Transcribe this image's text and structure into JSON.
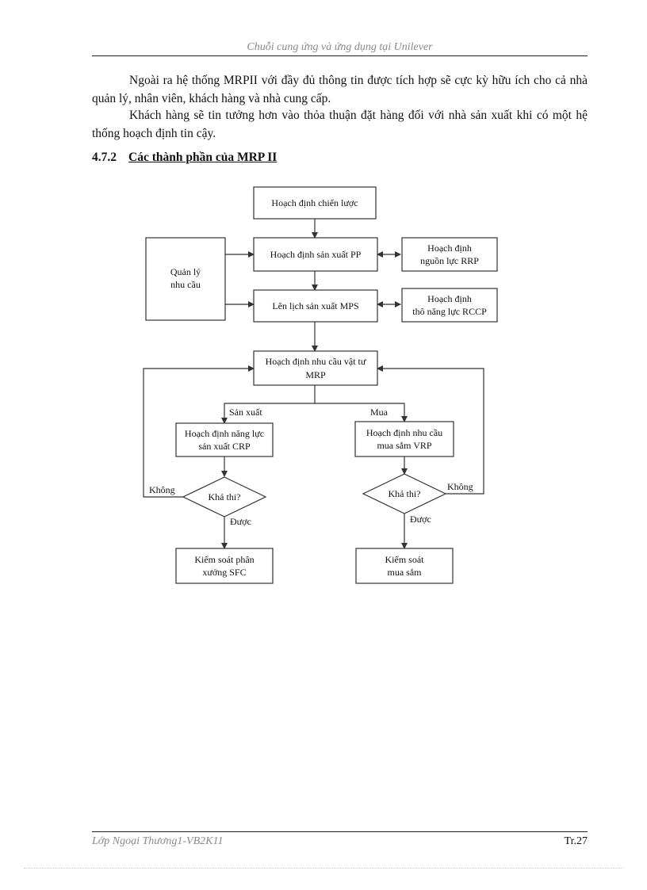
{
  "header": {
    "text": "Chuỗi cung ứng và ứng dụng tại Unilever"
  },
  "body": {
    "paragraph1": "Ngoài ra hệ thống MRPII với đầy đủ thông tin được tích hợp sẽ cực kỳ hữu ích cho cả nhà quản lý, nhân viên, khách hàng và nhà cung cấp.",
    "paragraph2": "Khách hàng sẽ tin tưởng hơn vào thỏa thuận đặt hàng đối với nhà sản xuất khi có một hệ thống hoạch định tin cậy."
  },
  "section": {
    "number": "4.7.2",
    "title": "Các thành phần của MRP II"
  },
  "diagram": {
    "strategic": "Hoạch định chiến lược",
    "demand_line1": "Quản lý",
    "demand_line2": "nhu cầu",
    "pp": "Hoạch định sản xuất PP",
    "rrp_line1": "Hoạch định",
    "rrp_line2": "nguồn lực RRP",
    "mps": "Lên lịch sản xuất MPS",
    "rccp_line1": "Hoạch định",
    "rccp_line2": "thô năng lực RCCP",
    "mrp_line1": "Hoạch định nhu cầu vật tư",
    "mrp_line2": "MRP",
    "label_production": "Sản xuất",
    "label_purchase": "Mua",
    "crp_line1": "Hoạch định năng lực",
    "crp_line2": "sản xuất CRP",
    "vrp_line1": "Hoạch định nhu cầu",
    "vrp_line2": "mua sắm VRP",
    "feasible_left": "Khả thi?",
    "feasible_right": "Khả thi?",
    "no_left": "Không",
    "no_right": "Không",
    "yes_left": "Được",
    "yes_right": "Được",
    "sfc_line1": "Kiểm soát phân",
    "sfc_line2": "xưởng SFC",
    "purchase_ctrl_line1": "Kiểm soát",
    "purchase_ctrl_line2": "mua sắm"
  },
  "footer": {
    "left": "Lớp Ngoại Thương1-VB2K11",
    "right": "Tr.27"
  }
}
